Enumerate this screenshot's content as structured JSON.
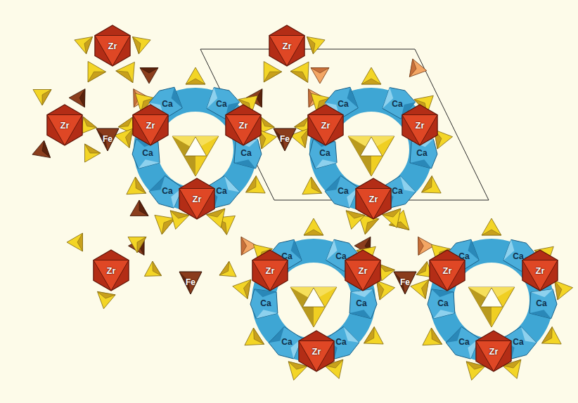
{
  "diagram": {
    "nodes": [
      {
        "text": [
          "Zr"
        ]
      },
      {
        "text": [
          "Zr"
        ]
      },
      {
        "text": [
          "Ca"
        ]
      },
      {
        "text": [
          "Ca"
        ]
      },
      {
        "text": [
          "Ca"
        ]
      },
      {
        "text": [
          "Ca"
        ]
      },
      {
        "text": [
          "Zr"
        ]
      },
      {
        "text": [
          "Zr"
        ]
      },
      {
        "text": [
          "Zr"
        ]
      },
      {
        "text": [
          "Zr"
        ]
      },
      {
        "text": [
          "Zr"
        ]
      },
      {
        "text": [
          "Fe"
        ]
      },
      {
        "text": [
          "Fe"
        ]
      },
      {
        "text": [
          "Ca"
        ]
      },
      {
        "text": [
          "Ca"
        ]
      },
      {
        "text": [
          "Ca"
        ]
      },
      {
        "text": [
          "Ca"
        ]
      },
      {
        "text": [
          "Ca"
        ]
      },
      {
        "text": [
          "Ca"
        ]
      },
      {
        "text": [
          "Ca"
        ]
      },
      {
        "text": [
          "Ca"
        ]
      },
      {
        "text": [
          "Zr"
        ]
      },
      {
        "text": [
          "Zr"
        ]
      },
      {
        "text": [
          "Ca"
        ]
      },
      {
        "text": [
          "Ca"
        ]
      },
      {
        "text": [
          "Ca"
        ]
      },
      {
        "text": [
          "Ca"
        ]
      },
      {
        "text": [
          "Zr"
        ]
      },
      {
        "text": [
          "Zr"
        ]
      },
      {
        "text": [
          "Zr"
        ]
      },
      {
        "text": [
          "Zr"
        ]
      },
      {
        "text": [
          "Zr"
        ]
      },
      {
        "text": [
          "Fe"
        ]
      },
      {
        "text": [
          "Fe"
        ]
      },
      {
        "text": [
          "Ca"
        ]
      },
      {
        "text": [
          "Ca"
        ]
      },
      {
        "text": [
          "Ca"
        ]
      },
      {
        "text": [
          "Ca"
        ]
      },
      {
        "text": [
          "Ca"
        ]
      },
      {
        "text": [
          "Ca"
        ]
      },
      {
        "text": [
          "Ca"
        ]
      },
      {
        "text": [
          "Ca"
        ]
      },
      {
        "text": [
          "Zr"
        ]
      },
      {
        "text": [
          "Zr"
        ]
      }
    ]
  }
}
